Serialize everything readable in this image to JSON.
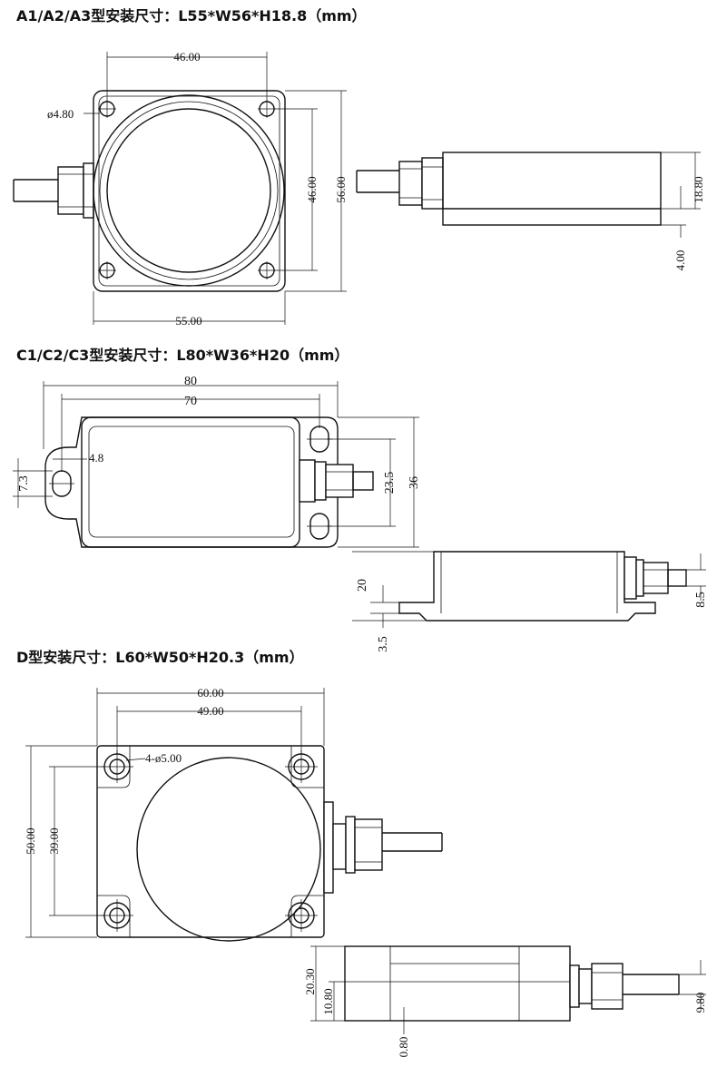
{
  "sections": {
    "a": {
      "title": "A1/A2/A3型安装尺寸：L55*W56*H18.8（mm）",
      "top_hole_spacing": "46.00",
      "hole_diameter": "ø4.80",
      "side_hole_spacing": "46.00",
      "total_height": "56.00",
      "total_width": "55.00",
      "side_height": "18.80",
      "side_base": "4.00"
    },
    "c": {
      "title": "C1/C2/C3型安装尺寸：L80*W36*H20（mm）",
      "total_length": "80",
      "hole_spacing": "70",
      "hole_size": "4.8",
      "ear_offset": "7.3",
      "hole_pitch": "23.5",
      "total_width": "36",
      "side_height": "20",
      "side_base": "3.5",
      "connector_height": "8.5"
    },
    "d": {
      "title": "D型安装尺寸：L60*W50*H20.3（mm）",
      "total_length": "60.00",
      "hole_spacing": "49.00",
      "hole_diameter": "4-ø5.00",
      "total_height": "50.00",
      "vertical_hole_spacing": "39.00",
      "side_height": "20.30",
      "side_mid": "10.80",
      "side_base": "0.80",
      "connector_height": "9.80"
    }
  }
}
